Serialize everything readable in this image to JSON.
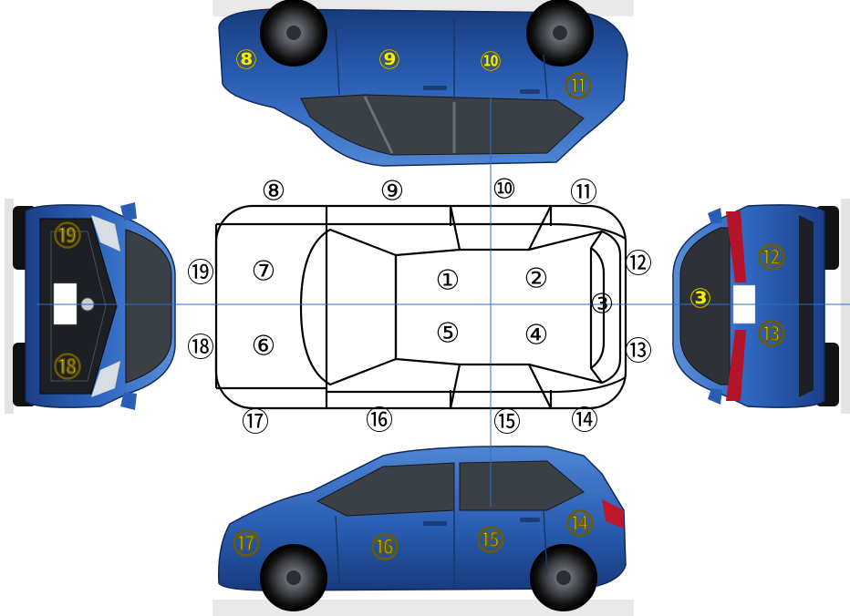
{
  "colors": {
    "body_blue": "#2a5eb4",
    "body_blue_dark": "#173b7c",
    "body_blue_light": "#4f86d4",
    "marker_yellow": "#f5f000",
    "glass": "#3b3f46",
    "tire": "#121212",
    "guide_line": "#2f6dbd",
    "outline": "#000000"
  },
  "diagram_labels": {
    "1": "①",
    "2": "②",
    "3": "③",
    "4": "④",
    "5": "⑤",
    "6": "⑥",
    "7": "⑦",
    "8": "⑧",
    "9": "⑨",
    "10": "⑩",
    "11": "⑪",
    "12": "⑫",
    "13": "⑬",
    "14": "⑭",
    "15": "⑮",
    "16": "⑯",
    "17": "⑰",
    "18": "⑱",
    "19": "⑲"
  },
  "photo_markers": {
    "top_view": [
      "⑧",
      "⑨",
      "⑩",
      "⑪"
    ],
    "side_view": [
      "⑰",
      "⑯",
      "⑮",
      "⑭"
    ],
    "front_view": [
      "⑲",
      "⑱"
    ],
    "rear_view": [
      "⑫",
      "③",
      "⑬"
    ]
  },
  "icons": {
    "front_view": "car-front-photo",
    "rear_view": "car-rear-photo",
    "top_side_view": "car-left-side-photo",
    "bottom_side_view": "car-right-side-photo",
    "schematic": "car-top-outline"
  }
}
